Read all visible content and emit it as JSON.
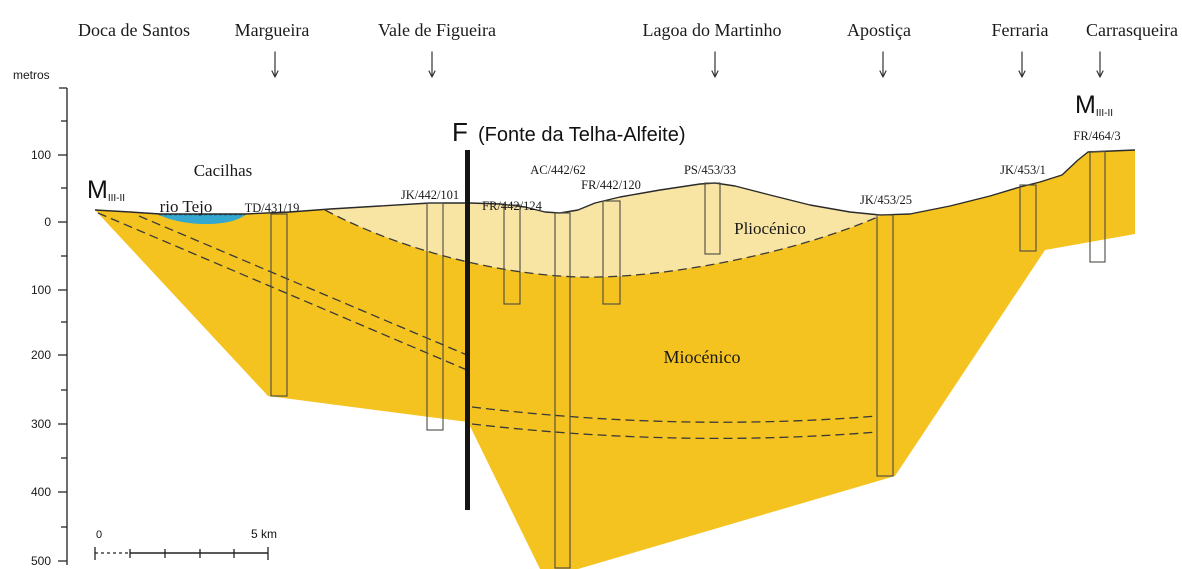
{
  "locations": [
    "Doca de Santos",
    "Margueira",
    "Vale de Figueira",
    "Lagoa do Martinho",
    "Apostiça",
    "Ferraria",
    "Carrasqueira"
  ],
  "axis": {
    "unit": "metros",
    "tick_labels": [
      "100",
      "0",
      "100",
      "200",
      "300",
      "400",
      "500"
    ]
  },
  "fault": {
    "letter": "F",
    "name": "(Fonte da Telha-Alfeite)"
  },
  "markers": [
    {
      "main": "M",
      "sub": "III-II"
    },
    {
      "main": "M",
      "sub": "III-II"
    }
  ],
  "places": {
    "town": "Cacilhas",
    "river": "rio Tejo"
  },
  "formations": {
    "pliocene": "Pliocénico",
    "miocene": "Miocénico"
  },
  "wells": [
    "TD/431/19",
    "JK/442/101",
    "FR/442/124",
    "AC/442/62",
    "FR/442/120",
    "PS/453/33",
    "JK/453/25",
    "JK/453/1",
    "FR/464/3"
  ],
  "scale_bar": {
    "start": "0",
    "end": "5 km"
  },
  "colors": {
    "miocene": "#F5C320",
    "pliocene": "#F8E4A3",
    "water": "#34A8CE",
    "fault": "#141414",
    "lines": "#2A2A2A"
  }
}
